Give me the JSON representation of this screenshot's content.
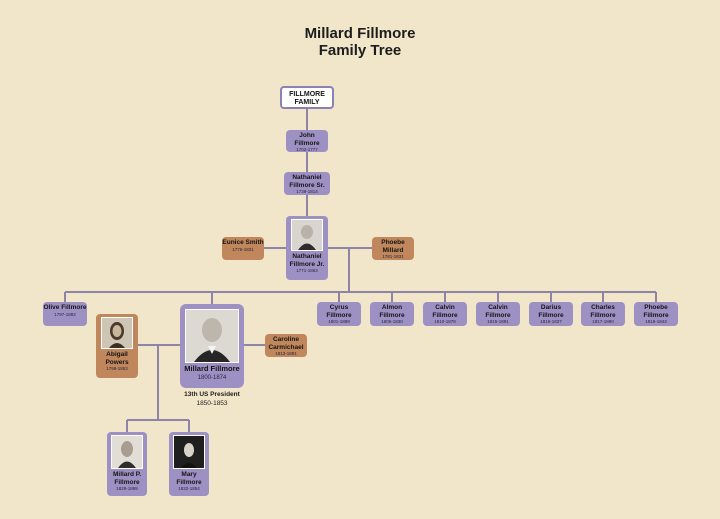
{
  "title": {
    "line1": "Millard Fillmore",
    "line2": "Family Tree"
  },
  "root": {
    "line1": "FILLMORE",
    "line2": "FAMILY"
  },
  "ancestors": [
    {
      "name": "John Fillmore",
      "dates": "1702-1777"
    },
    {
      "name": "Nathaniel Fillmore Sr.",
      "dates": "1739-1814"
    }
  ],
  "nathaniel_jr": {
    "name": "Nathaniel Fillmore Jr.",
    "dates": "1771-1863"
  },
  "nathaniel_jr_spouses": [
    {
      "name": "Eunice Smith",
      "dates": "1776-1831"
    },
    {
      "name": "Phoebe Millard",
      "dates": "1781-1831"
    }
  ],
  "children": [
    {
      "name": "Olive Fillmore",
      "dates": "1797-1882"
    },
    {
      "name": "Cyrus Fillmore",
      "dates": "1801-1889"
    },
    {
      "name": "Almon Fillmore",
      "dates": "1806-1830"
    },
    {
      "name": "Calvin Fillmore",
      "dates": "1810-1878"
    },
    {
      "name": "Calvin Fillmore",
      "dates": "1815-1891"
    },
    {
      "name": "Darius Fillmore",
      "dates": "1816-1837"
    },
    {
      "name": "Charles Fillmore",
      "dates": "1817-1890"
    },
    {
      "name": "Phoebe Fillmore",
      "dates": "1819-1843"
    }
  ],
  "millard": {
    "name": "Millard Fillmore",
    "dates": "1800-1874",
    "role": "13th US President",
    "term": "1850-1853"
  },
  "millard_spouses": [
    {
      "name": "Abigail Powers",
      "dates": "1798-1853"
    },
    {
      "name": "Caroline Carmichael",
      "dates": "1813-1881"
    }
  ],
  "grandchildren": [
    {
      "name": "Millard P. Fillmore",
      "dates": "1828-1889"
    },
    {
      "name": "Mary Fillmore",
      "dates": "1832-1854"
    }
  ]
}
